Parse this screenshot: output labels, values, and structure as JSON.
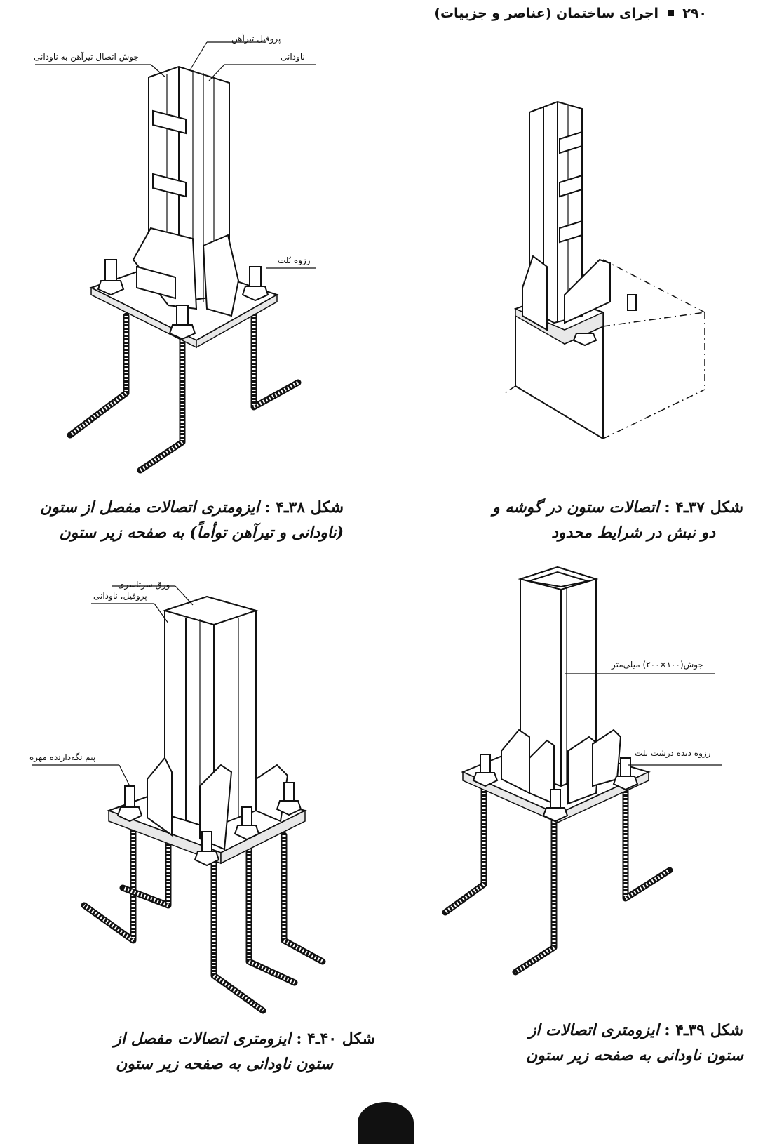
{
  "header": {
    "page_number": "۲۹۰",
    "title": "اجرای ساختمان (عناصر و جزییات)"
  },
  "figures": [
    {
      "id": "4-38",
      "caption_label": "شکل ۳۸ـ۴ :",
      "caption_line1": "ایزومتری اتصالات مفصل از ستون",
      "caption_line2": "(ناودانی و تیرآهن توأماً) به صفحه زیر ستون",
      "labels": {
        "profile_ibeam": "پروفیل تیرآهن",
        "weld_ibeam_channel": "جوش اتصال تیرآهن به ناودانی",
        "channel": "ناودانی",
        "bolt_thread": "رزوه بُلت"
      }
    },
    {
      "id": "4-37",
      "caption_label": "شکل ۳۷ـ۴ :",
      "caption_line1": "اتصالات ستون در گوشه و",
      "caption_line2": "دو نبش در شرایط محدود"
    },
    {
      "id": "4-40",
      "caption_label": "شکل ۴۰ـ۴ :",
      "caption_line1": "ایزومتری اتصالات مفصل از",
      "caption_line2": "ستون ناودانی به صفحه زیر ستون",
      "labels": {
        "full_plate": "ورق سرتاسری",
        "profile_channel": "پروفیل، ناودانی",
        "nut_holding_pin": "پیم نگه‌دارنده مهره"
      }
    },
    {
      "id": "4-39",
      "caption_label": "شکل ۳۹ـ۴ :",
      "caption_line1": "ایزومتری اتصالات از",
      "caption_line2": "ستون ناودانی به صفحه زیر ستون",
      "labels": {
        "weld_size": "جوش(۱۰۰×۲۰۰) میلی‌متر",
        "coarse_bolt_thread": "رزوه دنده درشت بلت"
      }
    }
  ]
}
